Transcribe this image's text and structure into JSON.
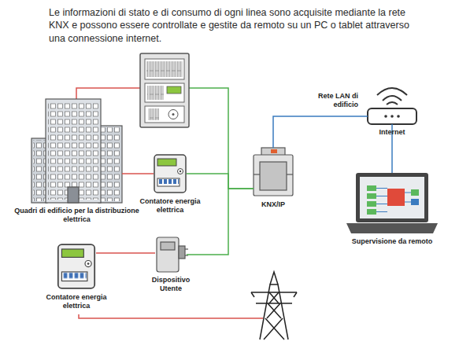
{
  "diagram": {
    "title": "Le informazioni di stato e di consumo di ogni linea sono acquisite mediante la rete KNX e possono essere controllate e gestite da remoto su un PC o tablet attraverso una connessione internet.",
    "nodes": [
      {
        "text": [
          "Quadri di edificio per la distribuzione elettrica"
        ]
      },
      {
        "text": [
          "Contatore energia elettrica"
        ]
      },
      {
        "text": [
          "KNX/IP"
        ]
      },
      {
        "text": [
          "Internet"
        ]
      },
      {
        "text": [
          "Supervisione da remoto"
        ]
      },
      {
        "text": [
          "Contatore energia elettrica"
        ]
      },
      {
        "text": [
          "Dispositivo Utente"
        ]
      }
    ],
    "edges": [
      {
        "from": 0,
        "to": 1,
        "arrow": "none"
      },
      {
        "from": 1,
        "to": 2,
        "arrow": "none"
      },
      {
        "from": 6,
        "to": 2,
        "arrow": "none"
      },
      {
        "from": 2,
        "to": 3,
        "label": "Rete LAN di edificio",
        "arrow": "none"
      },
      {
        "from": 3,
        "to": 4,
        "arrow": "none"
      },
      {
        "from": 5,
        "to": 6,
        "arrow": "none"
      }
    ]
  }
}
